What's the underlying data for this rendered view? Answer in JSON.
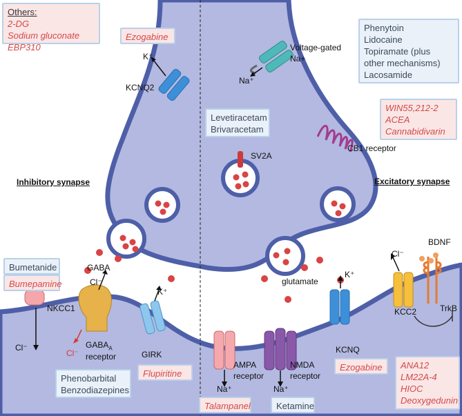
{
  "others_box": {
    "title": "Others:",
    "items": [
      "2-DG",
      "Sodium gluconate",
      "EBP310"
    ]
  },
  "ezogabine_top": "Ezogabine",
  "na_channel_drugs": [
    "Phenytoin",
    "Lidocaine",
    "Topiramate (plus",
    "other mechanisms)",
    "Lacosamide"
  ],
  "cb1_drugs": [
    "WIN55,212-2",
    "ACEA",
    "Cannabidivarin"
  ],
  "sv2a_drugs": [
    "Levetiracetam",
    "Brivaracetam"
  ],
  "bumetanide": "Bumetanide",
  "bumepamine": "Bumepamine",
  "gabaa_drugs": [
    "Phenobarbital",
    "Benzodiazepines"
  ],
  "flupiritine": "Flupiritine",
  "talampanel": "Talampanel",
  "ketamine": "Ketamine",
  "ezogabine_bottom": "Ezogabine",
  "trkb_drugs": [
    "ANA12",
    "LM22A-4",
    "HIOC",
    "Deoxygedunin"
  ],
  "labels": {
    "k_plus": "K⁺",
    "kcnq2": "KCNQ2",
    "voltage_gated": "Voltage-gated",
    "na_plus_top": "Na+",
    "na_plus_in": "Na⁺",
    "sv2a": "SV2A",
    "cb1": "CB1 receptor",
    "inhibitory": "Inhibitory synapse",
    "excitatory": "Excitatory synapse",
    "gaba": "GABA",
    "cl_minus": "Cl⁻",
    "nkcc1": "NKCC1",
    "gabaa_receptor_1": "GABA",
    "gabaa_sub": "A",
    "gabaa_receptor_2": "receptor",
    "girk": "GIRK",
    "glutamate": "glutamate",
    "ampa_1": "AMPA",
    "ampa_2": "receptor",
    "nmda_1": "NMDA",
    "nmda_2": "receptor",
    "kcnq": "KCNQ",
    "kcc2": "KCC2",
    "bdnf": "BDNF",
    "trkb": "TrkB"
  },
  "colors": {
    "membrane": "#4e5fa8",
    "cytoplasm": "#b3b9e0",
    "vesicle_dot": "#d94444",
    "drug_red": "#d24a4a"
  }
}
